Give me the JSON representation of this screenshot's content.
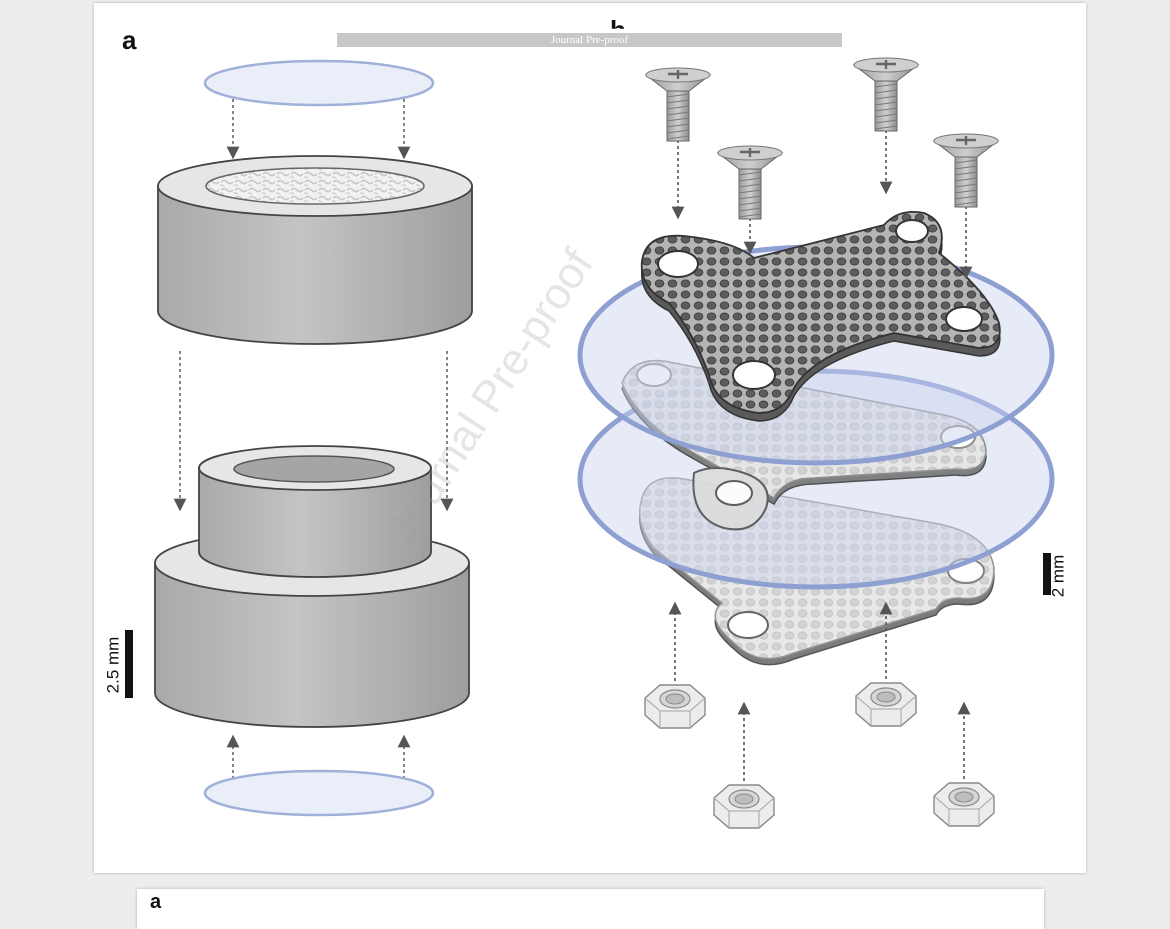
{
  "header": {
    "text": "Journal Pre-proof"
  },
  "watermark": {
    "text": "Journal Pre-proof"
  },
  "panel_a": {
    "label": "a",
    "scale_bar": {
      "label": "2.5 mm"
    },
    "colors": {
      "membrane": "#e9eef9",
      "membrane_edge": "#9fb1d9",
      "body": "#bcbcbc",
      "top": "#e4e4e4"
    }
  },
  "panel_b": {
    "label": "b",
    "scale_bar": {
      "label": "2 mm"
    },
    "colors": {
      "plate": "#8f8f8f",
      "plate_face": "#b9b9b9",
      "disc": "#c9d3ef",
      "disc_edge": "#8e9fd2"
    }
  },
  "next_page": {
    "label": "a"
  }
}
